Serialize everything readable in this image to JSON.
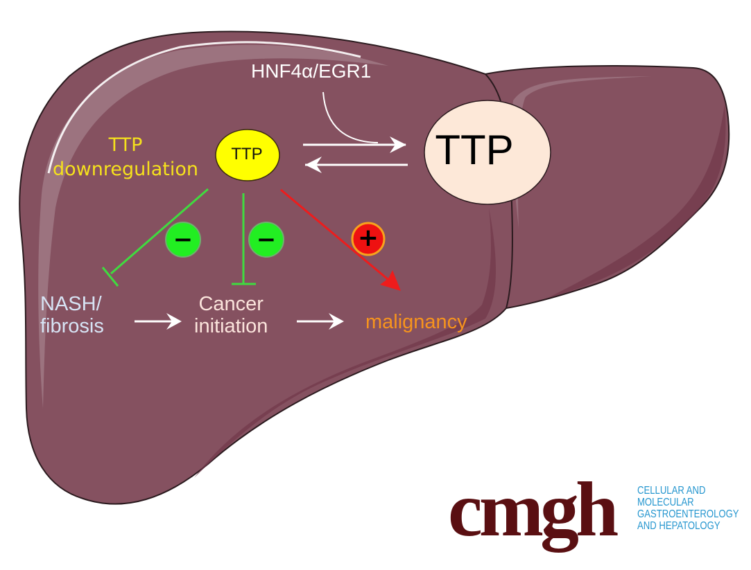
{
  "figure": {
    "type": "graphical-abstract",
    "subject": "liver",
    "colors": {
      "liver_fill": "#855160",
      "liver_outline": "#2a1a1e",
      "liver_highlight": "#a07985",
      "liver_shadow": "#71384a",
      "inhibit_green": "#3fdc3f",
      "activate_red": "#ee1c1c",
      "ttp_small_fill": "#ffff00",
      "ttp_big_fill": "#fde8d8",
      "white_arrows": "#ffffff",
      "logo_mark": "#5a0f12",
      "logo_text": "#2596cf"
    }
  },
  "labels": {
    "upstream_regulator": "HNF4α/EGR1",
    "ttp_downregulation_line1": "TTP",
    "ttp_downregulation_line2": "downregulation",
    "ttp_low": "TTP",
    "ttp_high": "TTP",
    "nash_line1": "NASH/",
    "nash_line2": "fibrosis",
    "cancer_line1": "Cancer",
    "cancer_line2": "initiation",
    "malignancy": "malignancy"
  },
  "signs": {
    "nash_effect": "−",
    "cancer_initiation_effect": "−",
    "malignancy_effect": "+"
  },
  "edges": [
    {
      "from": "HNF4α/EGR1",
      "to": "TTP (high)",
      "type": "activation"
    },
    {
      "from": "TTP (low)",
      "to": "TTP (high)",
      "type": "equilibrium-forward"
    },
    {
      "from": "TTP (high)",
      "to": "TTP (low)",
      "type": "equilibrium-reverse"
    },
    {
      "from": "TTP (low)",
      "to": "NASH/fibrosis",
      "type": "inhibition",
      "sign": "−"
    },
    {
      "from": "TTP (low)",
      "to": "Cancer initiation",
      "type": "inhibition",
      "sign": "−"
    },
    {
      "from": "TTP (low)",
      "to": "malignancy",
      "type": "activation",
      "sign": "+"
    },
    {
      "from": "NASH/fibrosis",
      "to": "Cancer initiation",
      "type": "progression"
    },
    {
      "from": "Cancer initiation",
      "to": "malignancy",
      "type": "progression"
    }
  ],
  "logo": {
    "mark": "cmgh",
    "subtitle_lines": [
      "CELLULAR AND",
      "MOLECULAR",
      "GASTROENTEROLOGY",
      "AND HEPATOLOGY"
    ]
  }
}
